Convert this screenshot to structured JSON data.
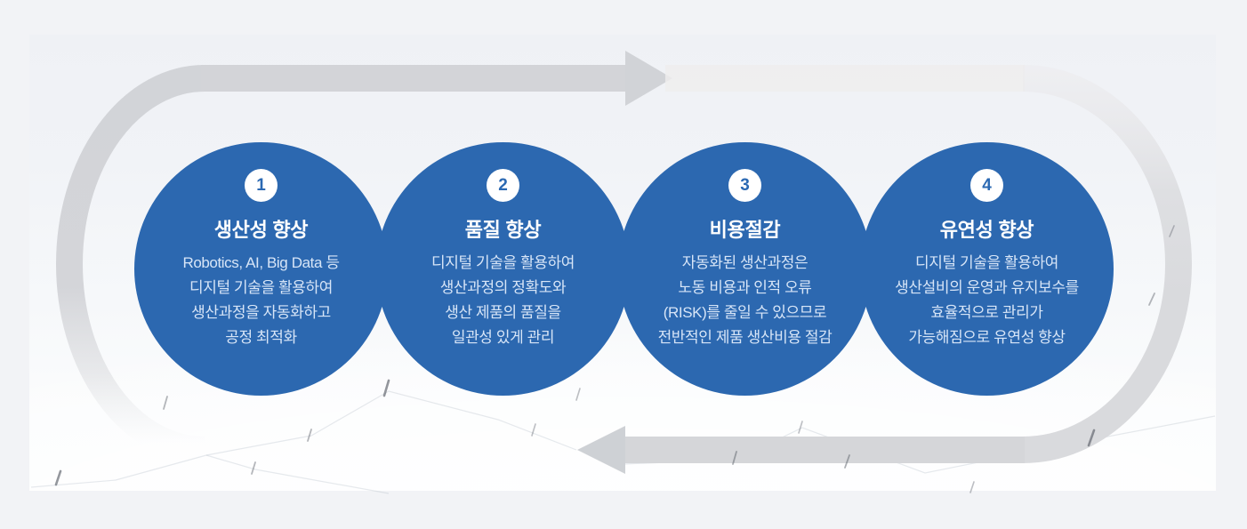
{
  "diagram": {
    "type": "process-loop-infographic",
    "flow": {
      "shape": "clockwise-stadium-loop",
      "top_arrowhead": "arrow-right-icon",
      "bottom_arrowhead": "arrow-left-icon"
    },
    "colors": {
      "circle_blue": "#2c68b0",
      "badge_background": "#ffffff",
      "badge_number": "#2b69b3",
      "title_text": "#ffffff",
      "body_text": "#d7e5f7",
      "arrow_gray": "#d3d4d8",
      "arrow_gray_faint": "#efedee",
      "panel_background_top": "#eff1f5",
      "panel_background_bottom": "#fcfdfe",
      "outer_background": "#f2f3f6"
    }
  },
  "steps": [
    {
      "number": "1",
      "title": "생산성 향상",
      "lines": [
        "Robotics, AI, Big Data 등",
        "디지털 기술을 활용하여",
        "생산과정을 자동화하고",
        "공정 최적화"
      ]
    },
    {
      "number": "2",
      "title": "품질 향상",
      "lines": [
        "디지털 기술을 활용하여",
        "생산과정의 정확도와",
        "생산 제품의 품질을",
        "일관성 있게 관리"
      ]
    },
    {
      "number": "3",
      "title": "비용절감",
      "lines": [
        "자동화된 생산과정은",
        "노동 비용과 인적 오류",
        "(RISK)를 줄일 수 있으므로",
        "전반적인 제품 생산비용 절감"
      ]
    },
    {
      "number": "4",
      "title": "유연성 향상",
      "lines": [
        "디지털 기술을 활용하여",
        "생산설비의 운영과 유지보수를",
        "효율적으로 관리가",
        "가능해짐으로 유연성 향상"
      ]
    }
  ]
}
